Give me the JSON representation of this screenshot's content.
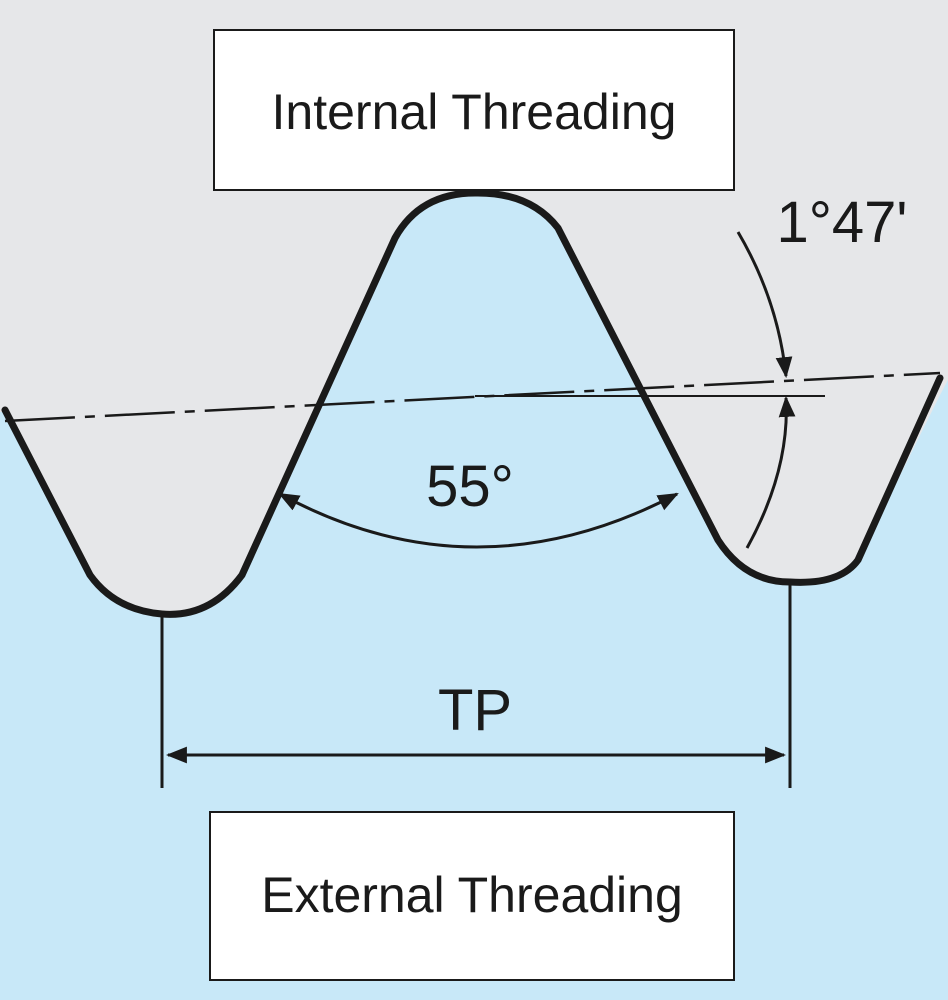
{
  "labels": {
    "internal": "Internal Threading",
    "external": "External Threading",
    "included_angle": "55°",
    "taper_angle": "1°47'",
    "pitch": "TP"
  },
  "colors": {
    "internal_region": "#e6e7e9",
    "external_region": "#c8e8f8",
    "outline": "#1a1a1a",
    "box_fill": "#ffffff"
  }
}
